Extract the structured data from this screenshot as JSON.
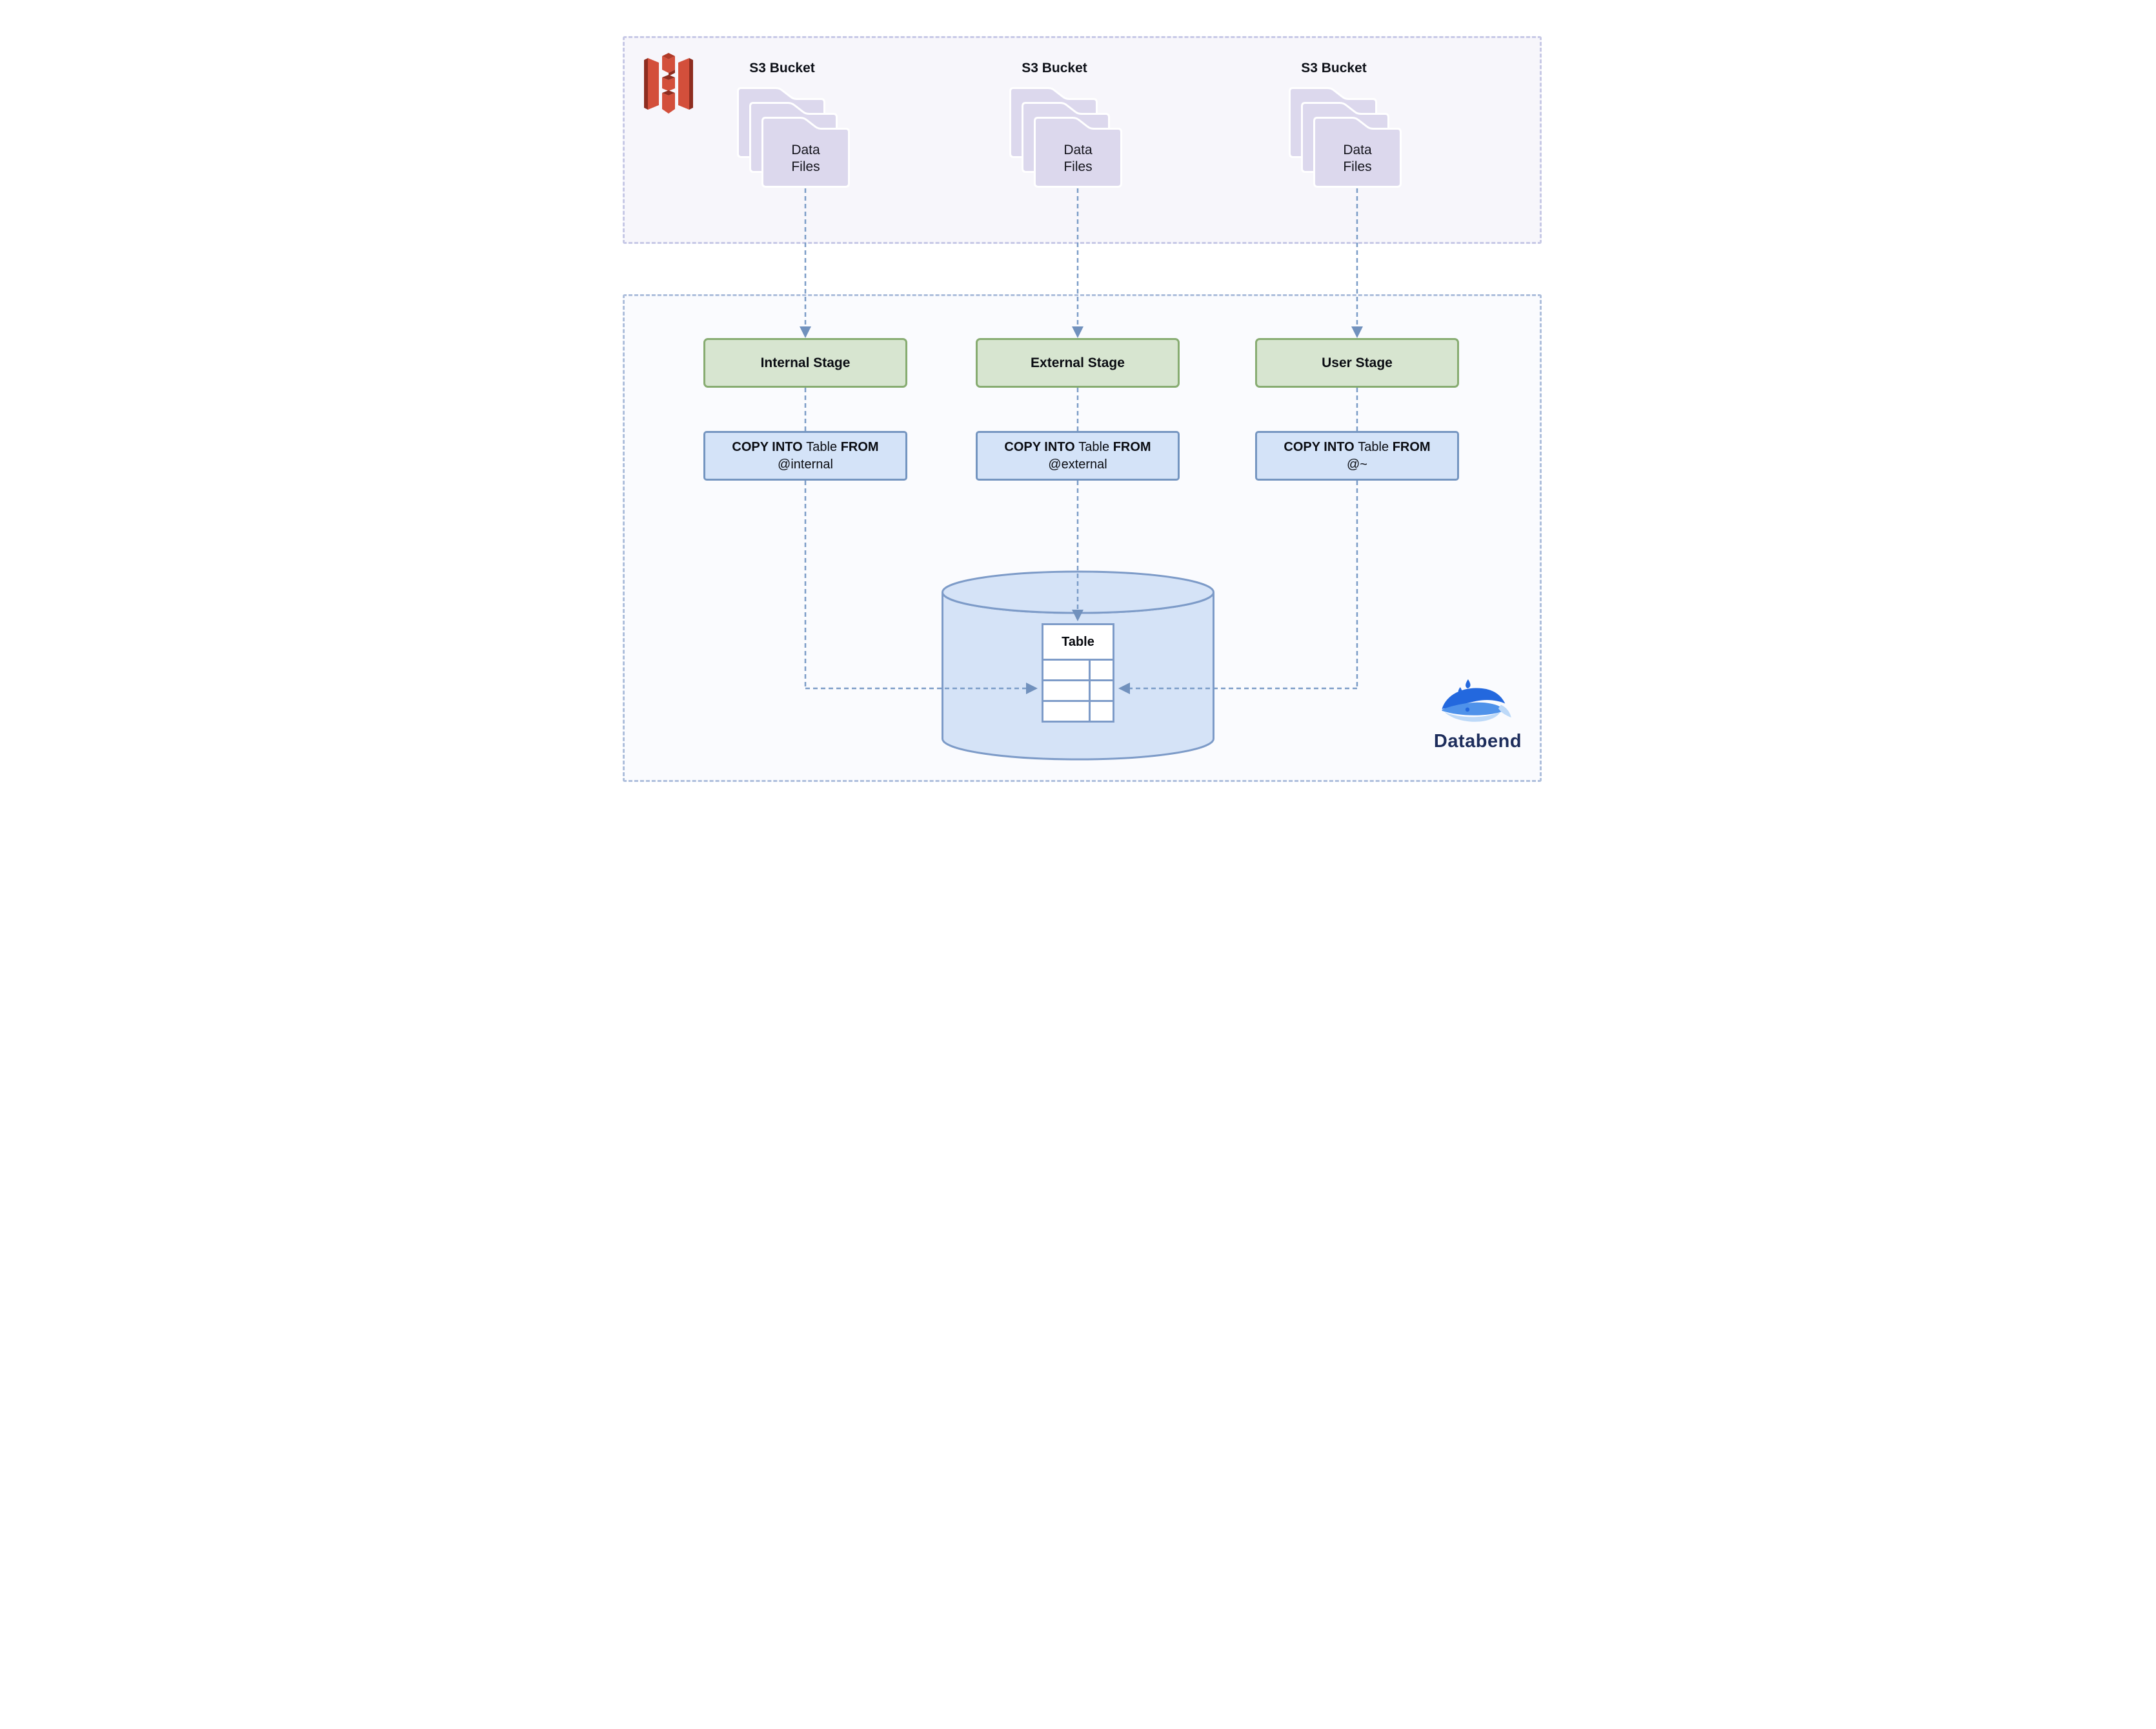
{
  "buckets": [
    {
      "label": "S3 Bucket",
      "files_label": "Data Files"
    },
    {
      "label": "S3 Bucket",
      "files_label": "Data Files"
    },
    {
      "label": "S3 Bucket",
      "files_label": "Data Files"
    }
  ],
  "stages": [
    {
      "name": "Internal Stage",
      "target": "@internal"
    },
    {
      "name": "External Stage",
      "target": "@external"
    },
    {
      "name": "User Stage",
      "target": "@~"
    }
  ],
  "copy_syntax": {
    "copy_into": "COPY INTO",
    "table_word": "Table",
    "from_word": "FROM"
  },
  "database": {
    "table_label": "Table"
  },
  "brand": {
    "name": "Databend"
  },
  "colors": {
    "page-bg": "#ffffff",
    "s3-zone-bg": "#f7f6fb",
    "s3-zone-border": "#c7c9e6",
    "databend-zone-bg": "#fafbfe",
    "databend-zone-border": "#aebfdc",
    "folder-fill": "#dcd8ed",
    "folder-stroke": "#ffffff",
    "stage-fill": "#d7e5d0",
    "stage-border": "#87ac71",
    "copy-fill": "#d4e3f8",
    "copy-border": "#7495c0",
    "connector": "#7b9cc7",
    "arrow": "#7191bd",
    "cylinder-fill": "#d5e3f7",
    "cylinder-border": "#7d9bc8",
    "table-bg": "#ffffff",
    "text-dark": "#0d1017",
    "s3-red": "#d34f3b",
    "s3-red-dark": "#8e2d20",
    "s3-red-mid": "#b03a28",
    "brand-navy": "#1d2d5c",
    "whale-dark": "#2368de",
    "whale-mid": "#4f92ea",
    "whale-light": "#bdd9f8"
  }
}
